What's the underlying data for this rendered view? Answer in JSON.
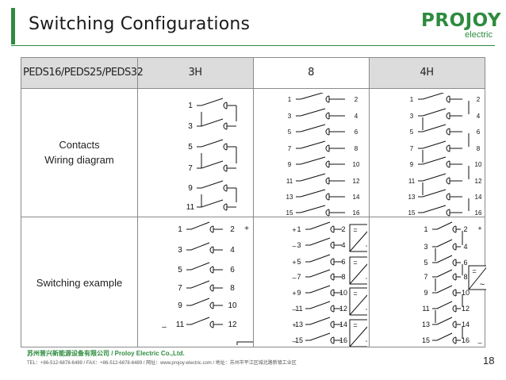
{
  "slide": {
    "title": "Switching Configurations",
    "page_number": "18"
  },
  "logo": {
    "main": "PROJOY",
    "sub": "electric"
  },
  "table": {
    "headers": [
      "PEDS16/PEDS25/PEDS32",
      "3H",
      "8",
      "4H"
    ],
    "row_labels": {
      "wiring_line1": "Contacts",
      "wiring_line2": "Wiring diagram",
      "switching": "Switching example"
    }
  },
  "diagrams": {
    "col_3h_pairs": [
      [
        "1",
        "2"
      ],
      [
        "3",
        "4"
      ],
      [
        "5",
        "6"
      ],
      [
        "7",
        "8"
      ],
      [
        "9",
        "10"
      ],
      [
        "11",
        "12"
      ]
    ],
    "col_8_pairs": [
      [
        "1",
        "2"
      ],
      [
        "3",
        "4"
      ],
      [
        "5",
        "6"
      ],
      [
        "7",
        "8"
      ],
      [
        "9",
        "10"
      ],
      [
        "11",
        "12"
      ],
      [
        "13",
        "14"
      ],
      [
        "15",
        "16"
      ]
    ],
    "col_4h_pairs": [
      [
        "1",
        "2"
      ],
      [
        "3",
        "4"
      ],
      [
        "5",
        "6"
      ],
      [
        "7",
        "8"
      ],
      [
        "9",
        "10"
      ],
      [
        "11",
        "12"
      ],
      [
        "13",
        "14"
      ],
      [
        "15",
        "16"
      ]
    ],
    "plus": "+",
    "minus": "–",
    "dc_symbol": "=",
    "ac_symbol": "~"
  },
  "footer": {
    "company_line": "苏州普兴新能源设备有限公司 / Proloy Electric Co.,Ltd.",
    "contact_line": "TEL：+86-512-6878-6489  /  FAX：+86-512-6878-6489  /  网址：www.projoy-electric.com  /  地址：苏州市平江区城北路新镇工业区"
  }
}
